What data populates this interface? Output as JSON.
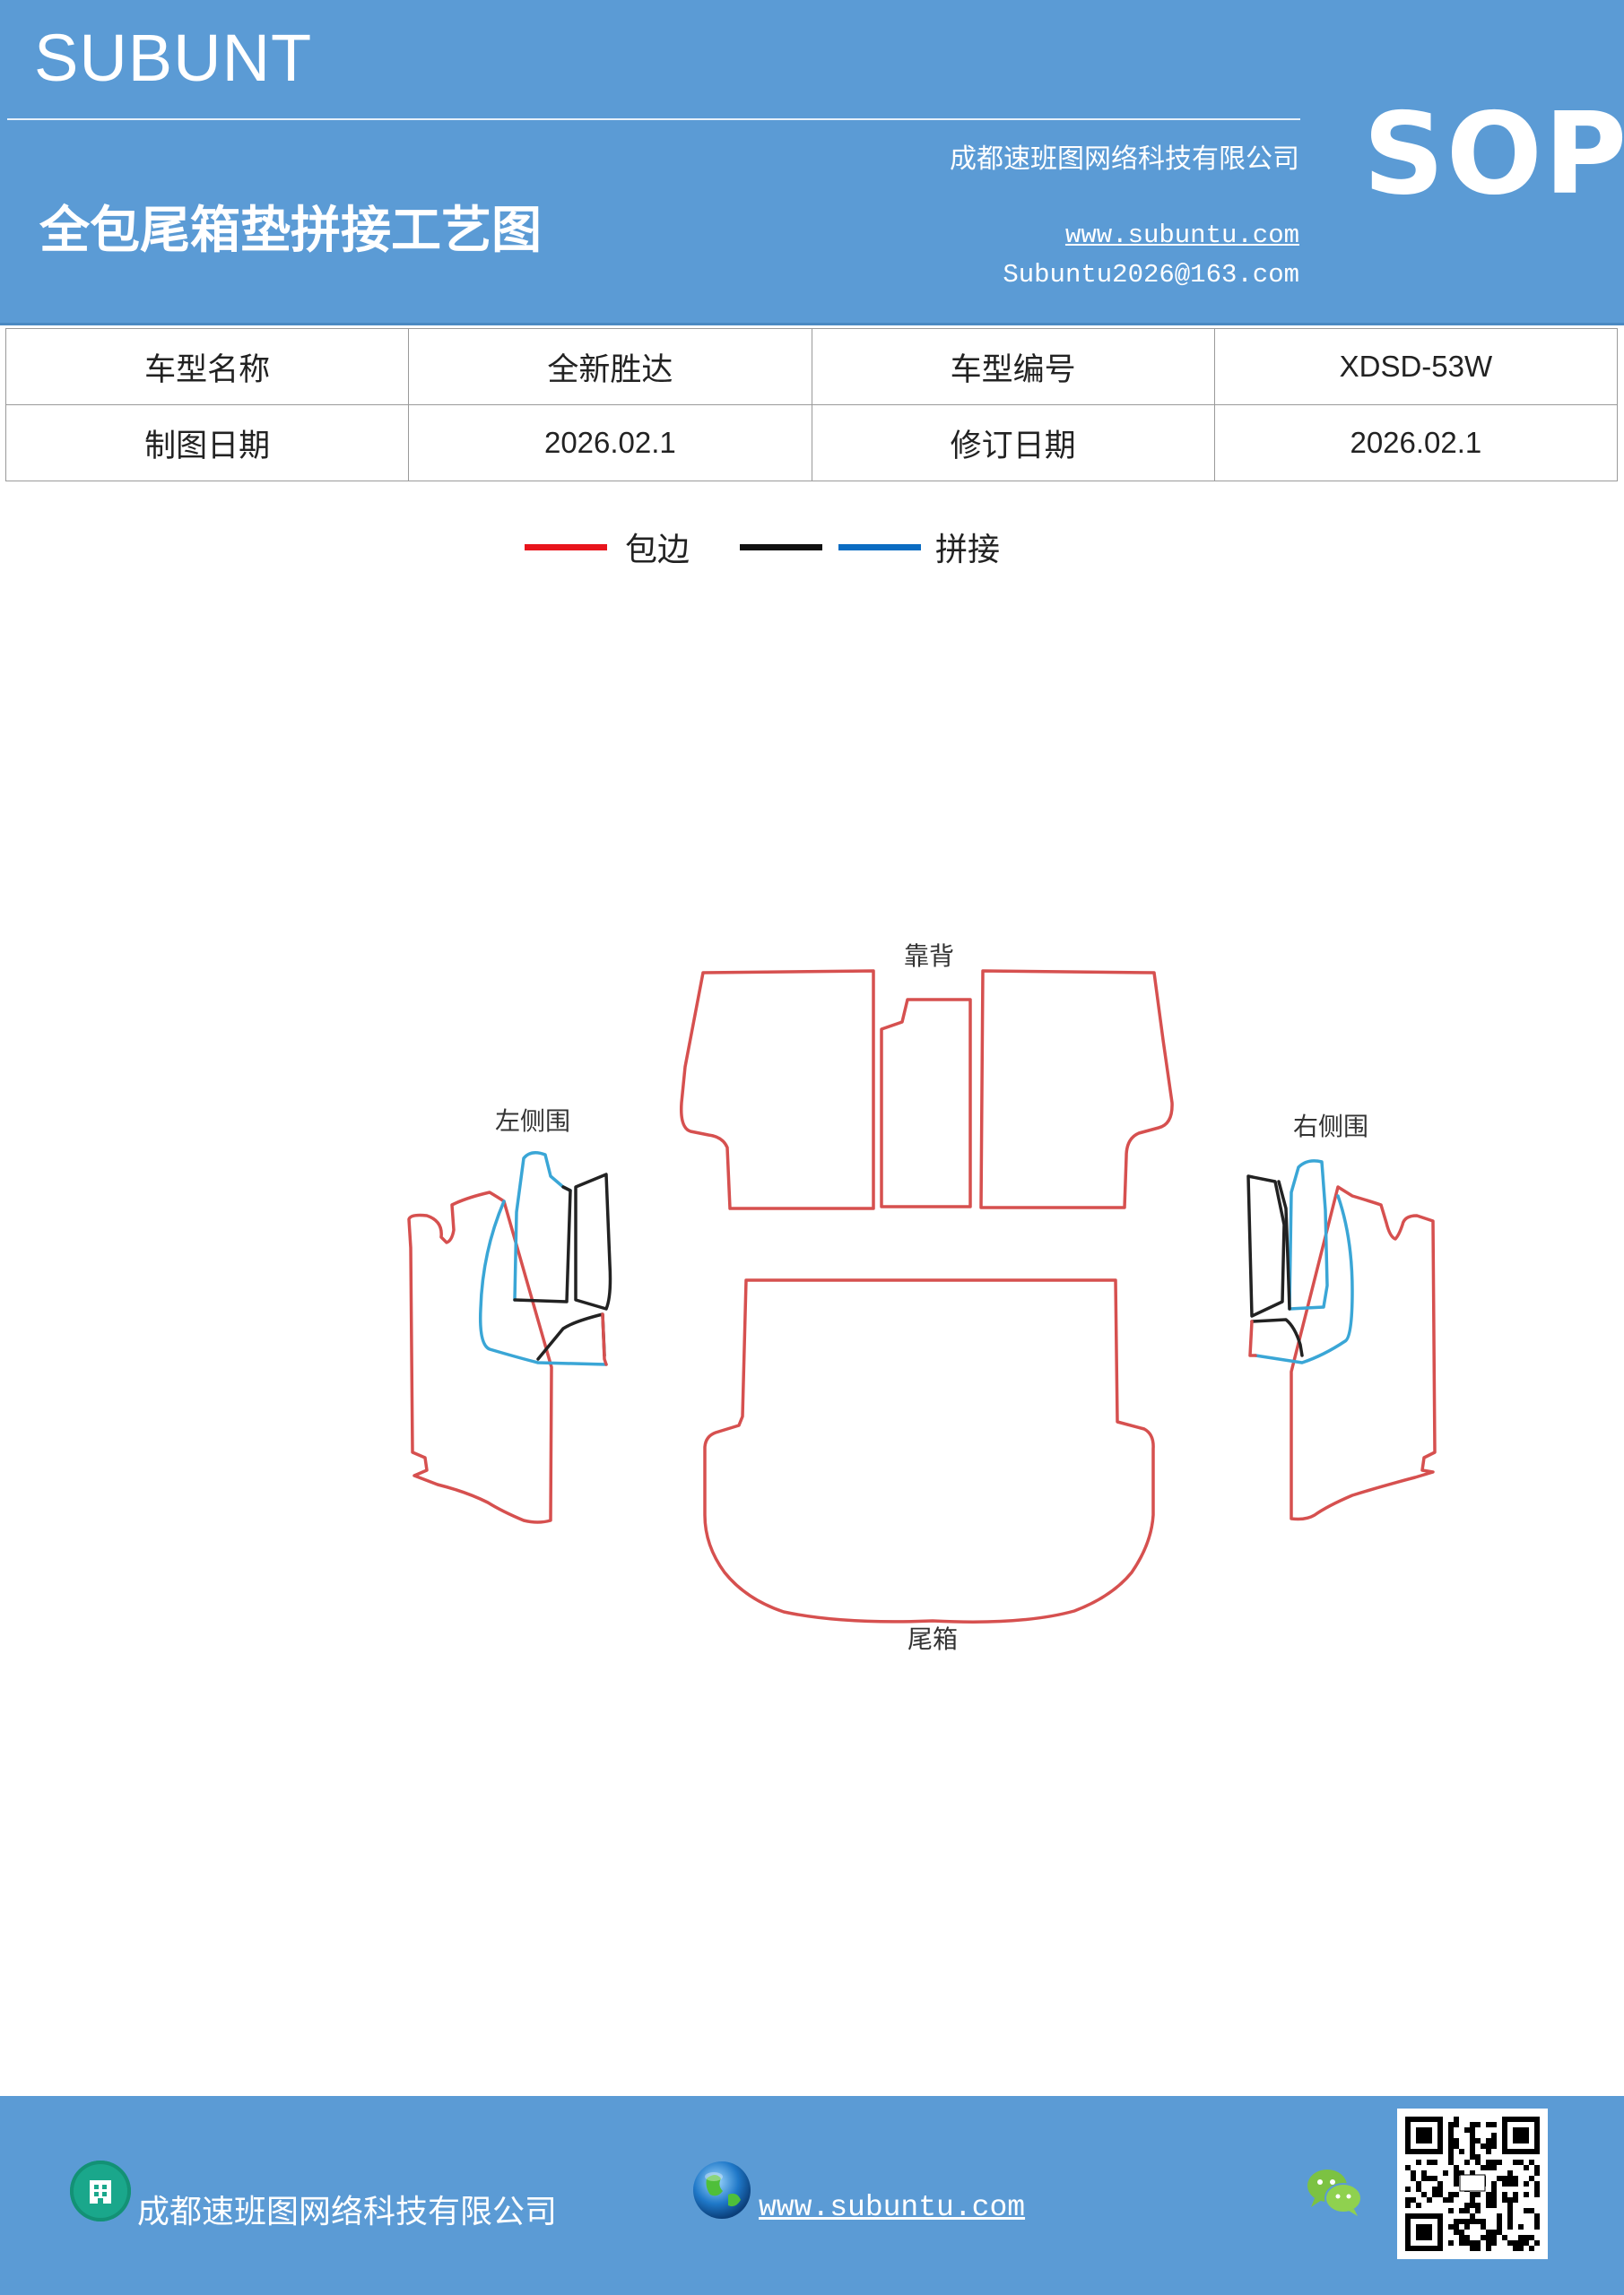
{
  "header": {
    "brand": "SUBUNT",
    "company": "成都速班图网络科技有限公司",
    "title": "全包尾箱垫拼接工艺图",
    "website": "www.subuntu.com",
    "email": "Subuntu2026@163.com",
    "badge": "SOP"
  },
  "info_table": {
    "rows": [
      [
        "车型名称",
        "全新胜达",
        "车型编号",
        "XDSD-53W"
      ],
      [
        "制图日期",
        "2026.02.1",
        "修订日期",
        "2026.02.1"
      ]
    ]
  },
  "legend": {
    "items": [
      {
        "label": "包边",
        "color": "#e8141c"
      },
      {
        "label": "",
        "color": "#111111"
      },
      {
        "label": "拼接",
        "color": "#0a6cc2"
      }
    ]
  },
  "diagram": {
    "labels": {
      "back": "靠背",
      "left": "左侧围",
      "right": "右侧围",
      "trunk": "尾箱"
    },
    "colors": {
      "edge": "#d6504f",
      "seam_blue": "#3aa6d6",
      "seam_black": "#222222"
    }
  },
  "footer": {
    "company": "成都速班图网络科技有限公司",
    "website": "www.subuntu.com",
    "icons": [
      "building-icon",
      "globe-icon",
      "wechat-icon",
      "qr-code"
    ]
  }
}
